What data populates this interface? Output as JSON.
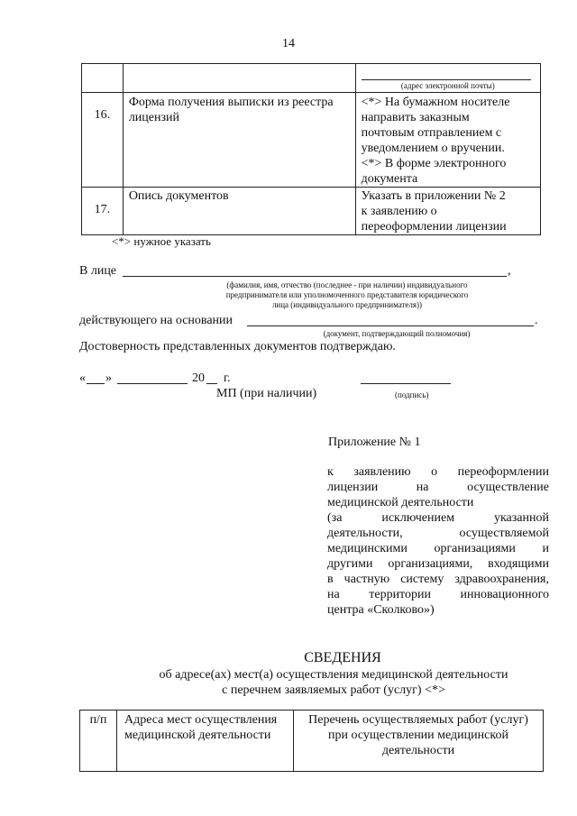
{
  "page_number": "14",
  "top_table": {
    "email_caption": "(адрес электронной почты)",
    "rows": [
      {
        "num": "16.",
        "label": "Форма получения выписки из реестра лицензий",
        "value_lines": [
          "<*> На бумажном носителе",
          "направить заказным",
          "почтовым отправлением с",
          "уведомлением о вручении.",
          "<*> В форме электронного",
          "документа"
        ]
      },
      {
        "num": "17.",
        "label": "Опись документов",
        "value_lines": [
          "Указать в приложении № 2",
          "к заявлению о",
          "переоформлении лицензии"
        ]
      }
    ]
  },
  "note": "<*> нужное указать",
  "person": {
    "label": "В лице",
    "comma": ",",
    "caption_lines": [
      "(фамилия, имя, отчество (последнее - при наличии) индивидуального",
      "предпринимателя или уполномоченного представителя юридического",
      "лица (индивидуального предпринимателя))"
    ]
  },
  "basis": {
    "label": "действующего на основании",
    "period": ".",
    "caption": "(документ, подтверждающий полномочия)"
  },
  "confirm": "Достоверность представленных документов подтверждаю.",
  "date": {
    "open_quote": "«",
    "close_quote": "»",
    "year_prefix": "20",
    "year_suffix": "г.",
    "stamp": "МП (при наличии)",
    "signature": "(подпись)"
  },
  "appendix": {
    "title": "Приложение № 1",
    "lines": [
      "к заявлению о переоформлении",
      "лицензии на осуществление",
      "медицинской деятельности",
      "(за исключением указанной",
      "деятельности, осуществляемой",
      "медицинскими организациями и",
      "другими организациями, входящими",
      "в частную систему здравоохранения,",
      "на территории инновационного",
      "центра «Сколково»)"
    ]
  },
  "svedeniya": {
    "title": "СВЕДЕНИЯ",
    "sub1": "об адресе(ах) мест(а) осуществления медицинской деятельности",
    "sub2": "с перечнем заявляемых работ (услуг) <*>"
  },
  "bottom_table": {
    "col1": "п/п",
    "col2_lines": [
      "Адреса мест осуществления",
      "медицинской деятельности"
    ],
    "col3_lines": [
      "Перечень осуществляемых работ (услуг)",
      "при осуществлении медицинской",
      "деятельности"
    ]
  }
}
